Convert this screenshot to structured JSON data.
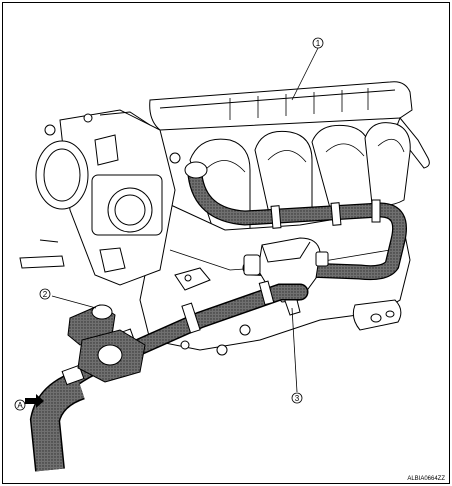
{
  "callouts": [
    {
      "id": "1"
    },
    {
      "id": "2"
    },
    {
      "id": "3"
    },
    {
      "id": "A"
    }
  ],
  "figure_code": "ALBIA0664ZZ",
  "colors": {
    "line": "#000000",
    "hose_fill": "#6a6a6a",
    "hose_dots": "#3c3c3c",
    "body_fill": "#ffffff"
  }
}
